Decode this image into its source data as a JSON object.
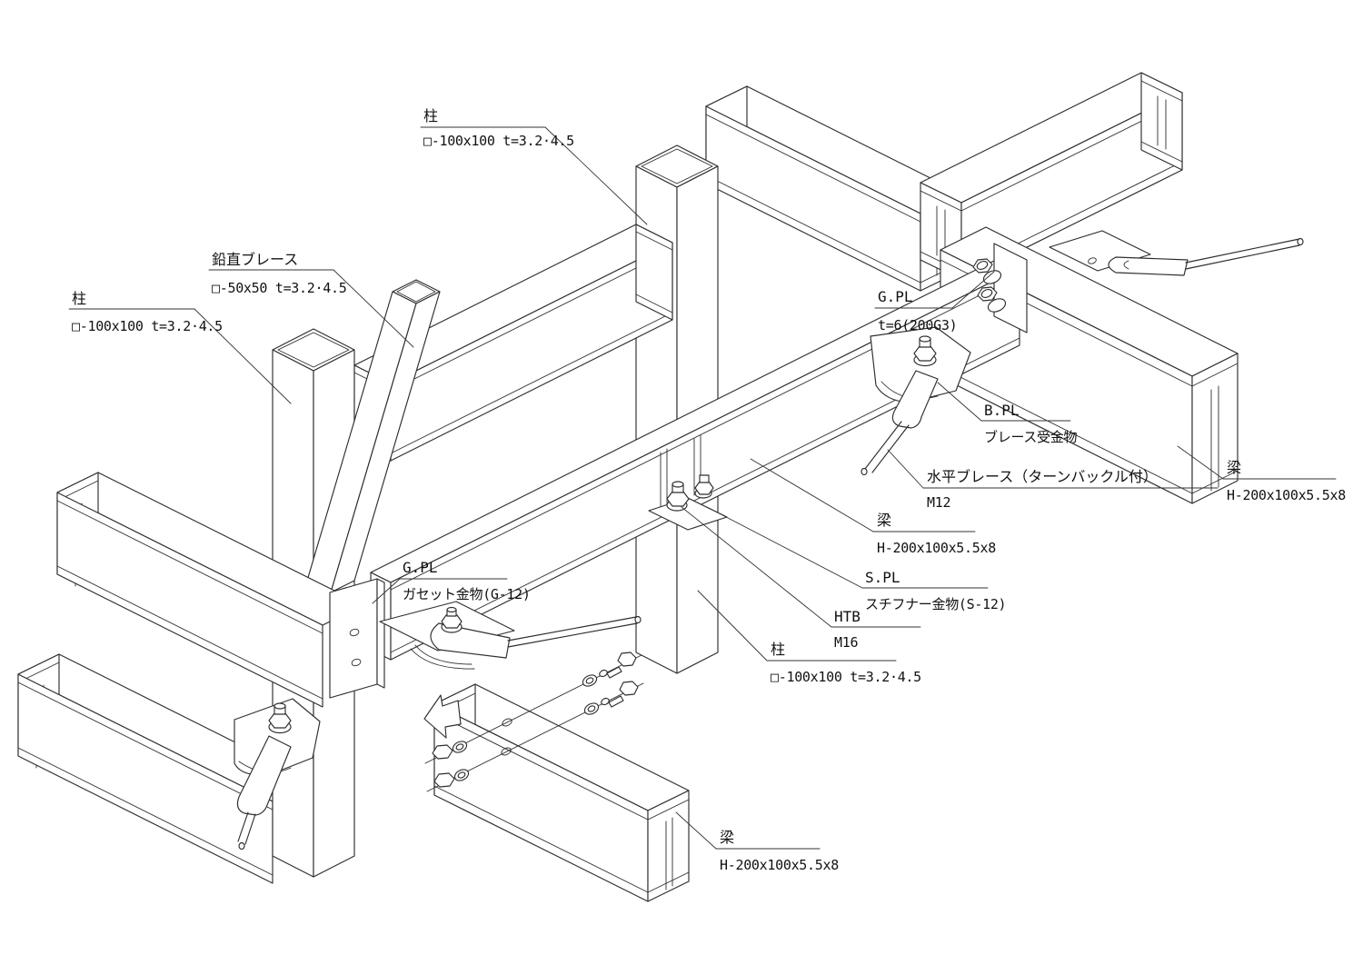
{
  "drawing_type": "isometric-steel-connection-detail",
  "colors": {
    "line": "#2e2e2e",
    "background": "#ffffff",
    "text": "#111111"
  },
  "callouts": [
    {
      "id": "column-top",
      "line1": "柱",
      "line2": "□-100x100 t=3.2·4.5"
    },
    {
      "id": "vertical-brace",
      "line1": "鉛直ブレース",
      "line2": "□-50x50 t=3.2·4.5"
    },
    {
      "id": "column-left",
      "line1": "柱",
      "line2": "□-100x100 t=3.2·4.5"
    },
    {
      "id": "gusset-plate-right",
      "line1": "G.PL",
      "line2": "t=6(200G3)"
    },
    {
      "id": "brace-receiver",
      "line1": "B.PL",
      "line2": "ブレース受金物"
    },
    {
      "id": "horizontal-brace",
      "line1": "水平ブレース（ターンバックル付）",
      "line2": "M12"
    },
    {
      "id": "beam-right",
      "line1": "梁",
      "line2": "H-200x100x5.5x8"
    },
    {
      "id": "beam-main",
      "line1": "梁",
      "line2": "H-200x100x5.5x8"
    },
    {
      "id": "stiffener-plate",
      "line1": "S.PL",
      "line2": "スチフナー金物(S-12)"
    },
    {
      "id": "high-tension-bolt",
      "line1": "HTB",
      "line2": "M16"
    },
    {
      "id": "column-right",
      "line1": "柱",
      "line2": "□-100x100 t=3.2·4.5"
    },
    {
      "id": "gusset-plate-left",
      "line1": "G.PL",
      "line2": "ガセット金物(G-12)"
    },
    {
      "id": "beam-bottom",
      "line1": "梁",
      "line2": "H-200x100x5.5x8"
    }
  ]
}
